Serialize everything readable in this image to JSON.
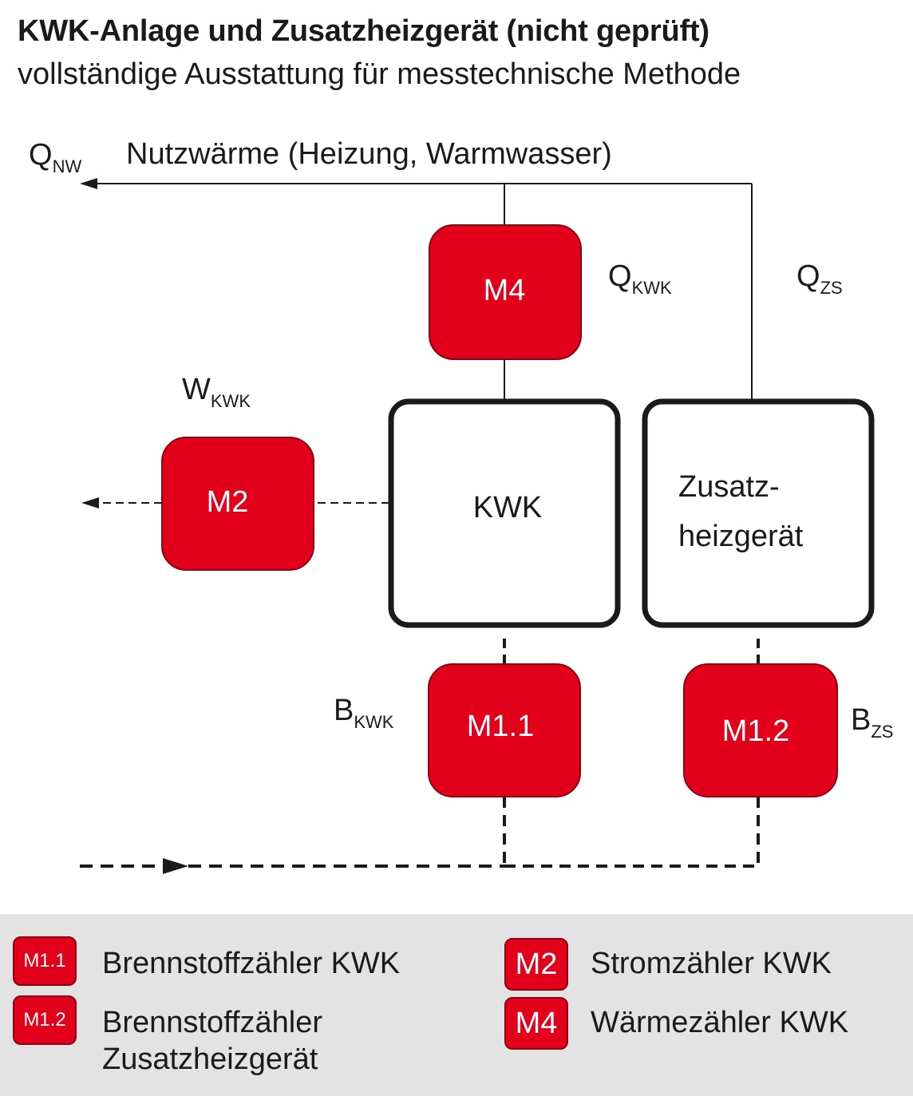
{
  "header": {
    "title": "KWK-Anlage und Zusatzheizgerät (nicht geprüft)",
    "subtitle": "vollständige Ausstattung für messtechnische Methode"
  },
  "diagram": {
    "flows": {
      "q_nw": {
        "main": "Q",
        "sub": "NW",
        "caption": "Nutzwärme (Heizung, Warmwasser)"
      },
      "q_kwk": {
        "main": "Q",
        "sub": "KWK"
      },
      "q_zs": {
        "main": "Q",
        "sub": "ZS"
      },
      "w_kwk": {
        "main": "W",
        "sub": "KWK"
      },
      "b_kwk": {
        "main": "B",
        "sub": "KWK"
      },
      "b_zs": {
        "main": "B",
        "sub": "ZS"
      }
    },
    "meters": {
      "m4": "M4",
      "m2": "M2",
      "m1_1": "M1.1",
      "m1_2": "M1.2"
    },
    "units": {
      "kwk": "KWK",
      "zusatz_line1": "Zusatz-",
      "zusatz_line2": "heizgerät"
    }
  },
  "legend": {
    "items": [
      {
        "code": "M1.1",
        "label": "Brennstoffzähler KWK"
      },
      {
        "code": "M1.2",
        "label_line1": "Brennstoffzähler",
        "label_line2": "Zusatzheizgerät"
      },
      {
        "code": "M2",
        "label": "Stromzähler KWK"
      },
      {
        "code": "M4",
        "label": "Wärmezähler KWK"
      }
    ]
  },
  "colors": {
    "meter_fill": "#e2001a",
    "meter_border": "#8a0010",
    "legend_bg": "#e3e3e3",
    "line": "#1a1a1a"
  }
}
